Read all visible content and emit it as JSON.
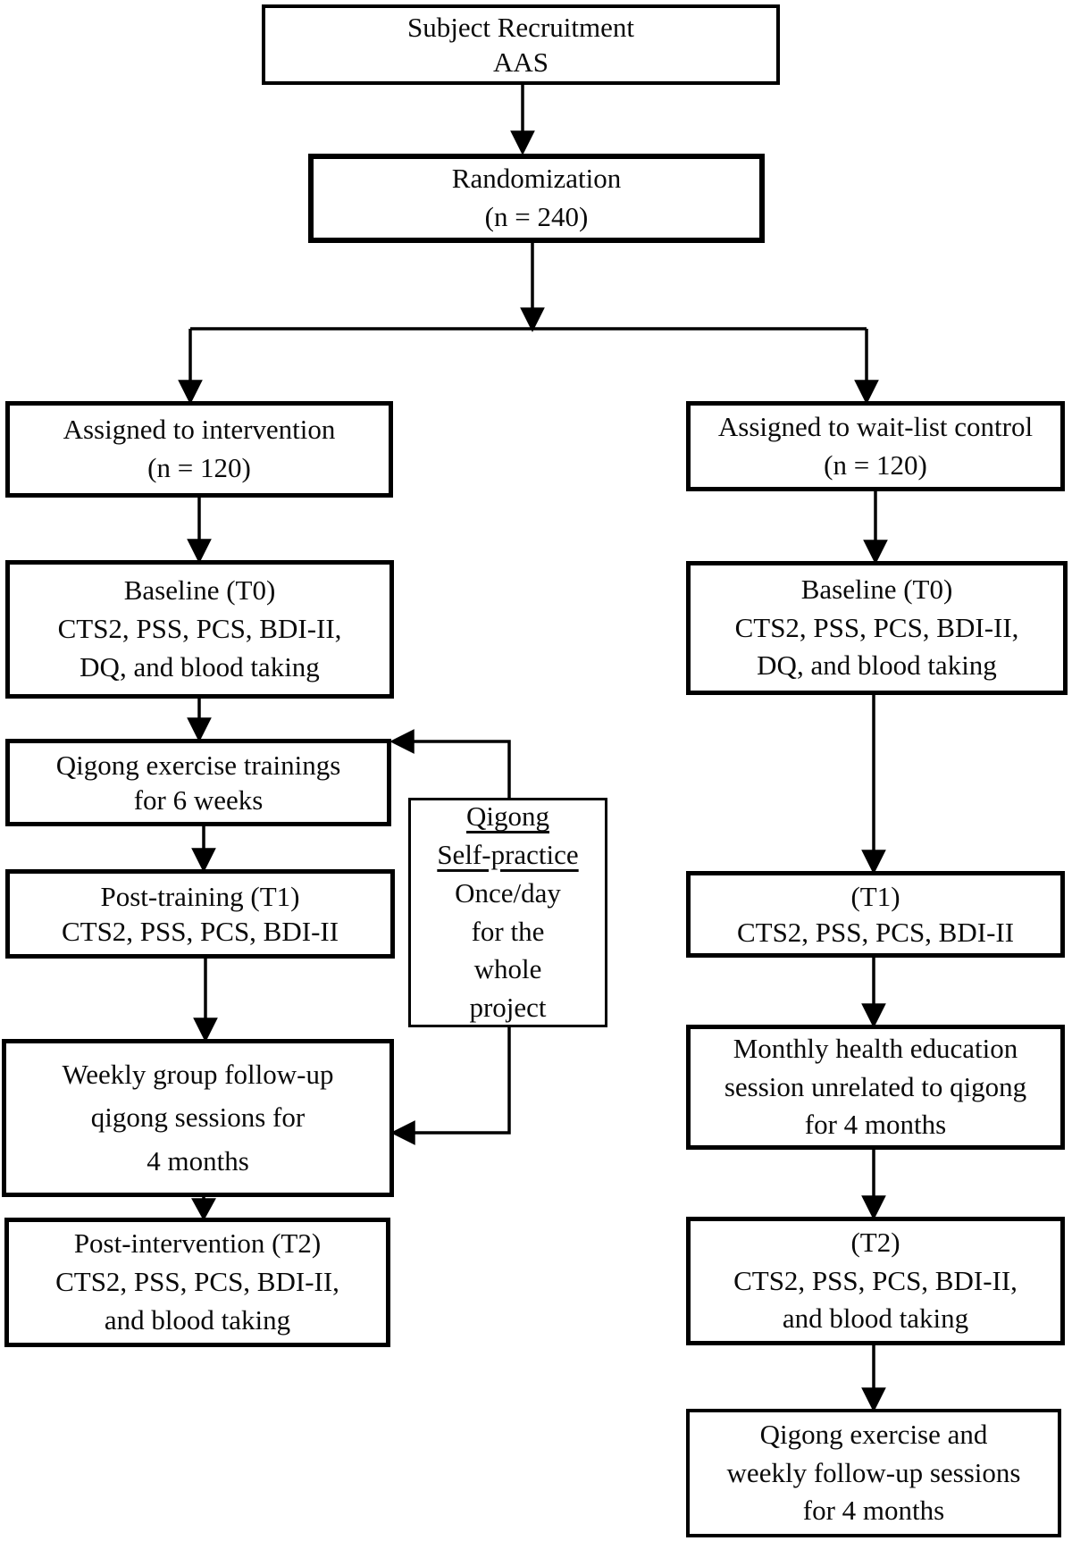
{
  "diagram_type": "study-flowchart",
  "colors": {
    "border": "#000000",
    "background": "#ffffff",
    "text": "#0a0a0a",
    "arrow": "#000000"
  },
  "boxes": {
    "subject_recruitment": {
      "lines": [
        "Subject Recruitment",
        "AAS"
      ]
    },
    "randomization": {
      "lines": [
        "Randomization",
        "(n = 240)"
      ]
    },
    "assigned_intervention": {
      "lines": [
        "Assigned to intervention",
        "(n = 120)"
      ]
    },
    "assigned_waitlist": {
      "lines": [
        "Assigned to wait-list control",
        "(n = 120)"
      ]
    },
    "baseline_left": {
      "lines": [
        "Baseline (T0)",
        "CTS2, PSS, PCS, BDI-II,",
        "DQ, and blood taking"
      ]
    },
    "baseline_right": {
      "lines": [
        "Baseline (T0)",
        "CTS2, PSS, PCS, BDI-II,",
        "DQ, and blood taking"
      ]
    },
    "qigong_trainings": {
      "lines": [
        "Qigong exercise trainings",
        "for 6 weeks"
      ]
    },
    "self_practice": {
      "lines": [
        "Qigong",
        "Self-practice",
        "Once/day",
        "for the",
        "whole",
        "project"
      ],
      "underlined_lines": 2
    },
    "post_training": {
      "lines": [
        "Post-training (T1)",
        "CTS2, PSS, PCS, BDI-II"
      ]
    },
    "t1_right": {
      "lines": [
        "(T1)",
        "CTS2, PSS, PCS, BDI-II"
      ]
    },
    "weekly_group": {
      "lines": [
        "Weekly group follow-up",
        "qigong sessions for",
        "4 months"
      ]
    },
    "monthly_health": {
      "lines": [
        "Monthly health education",
        "session unrelated to qigong",
        "for 4 months"
      ]
    },
    "post_intervention": {
      "lines": [
        "Post-intervention (T2)",
        "CTS2, PSS, PCS, BDI-II,",
        "and blood taking"
      ]
    },
    "t2_right": {
      "lines": [
        "(T2)",
        "CTS2, PSS, PCS, BDI-II,",
        "and blood taking"
      ]
    },
    "qigong_weekly": {
      "lines": [
        "Qigong exercise and",
        "weekly follow-up sessions",
        "for 4 months"
      ]
    }
  }
}
